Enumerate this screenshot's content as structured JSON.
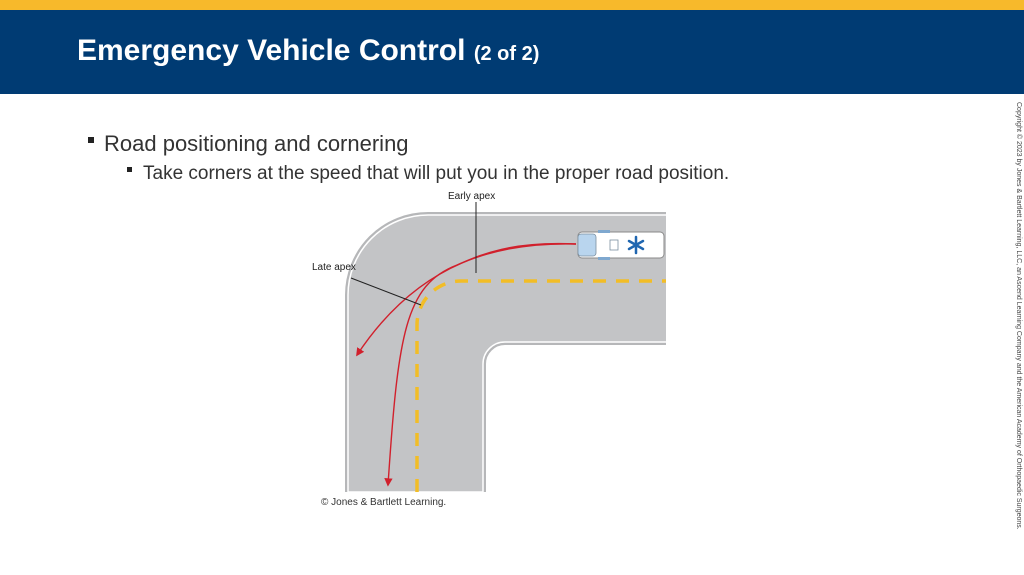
{
  "slide": {
    "title": "Emergency Vehicle Control",
    "title_suffix": "(2 of 2)",
    "bullets": [
      {
        "text": "Road positioning and cornering"
      },
      {
        "text": "Take corners at the speed that will put you in the proper road position."
      }
    ],
    "figure": {
      "label_early_apex": "Early apex",
      "label_late_apex": "Late apex",
      "credit": "© Jones & Bartlett Learning."
    },
    "copyright": "Copyright © 2023 by Jones & Bartlett Learning, LLC, an Ascend Learning Company and the American Academy of Orthopaedic Surgeons."
  },
  "colors": {
    "accent_stripe": "#f7b92b",
    "title_bar": "#003b73",
    "road": "#c3c4c6",
    "center_line": "#f2bd26",
    "path_line": "#d1202c"
  }
}
